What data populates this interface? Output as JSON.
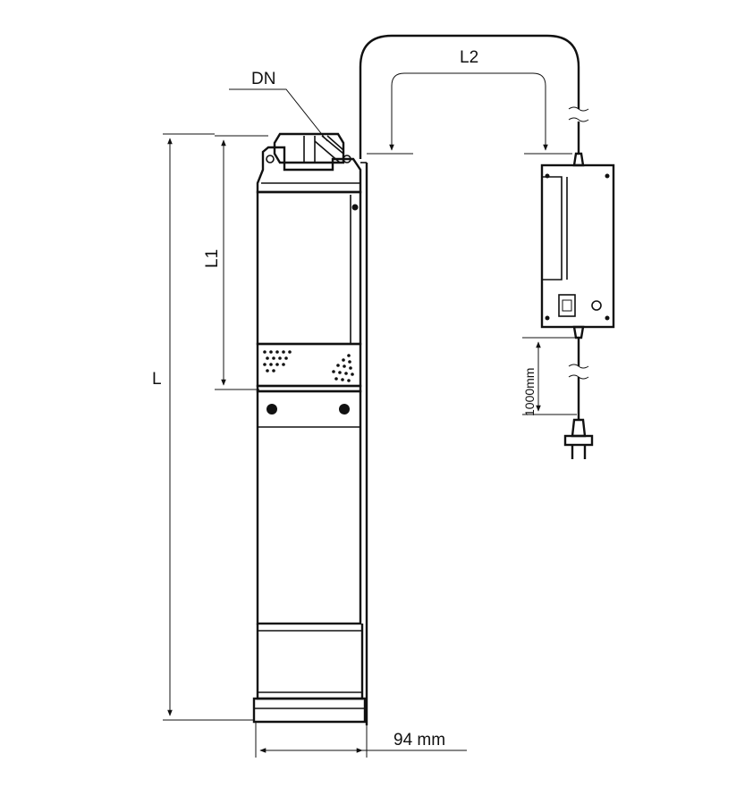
{
  "labels": {
    "dn": "DN",
    "l2": "L2",
    "l1": "L1",
    "l": "L",
    "cable_length": "1000mm",
    "width": "94 mm"
  },
  "colors": {
    "line": "#111111",
    "background": "#ffffff"
  }
}
